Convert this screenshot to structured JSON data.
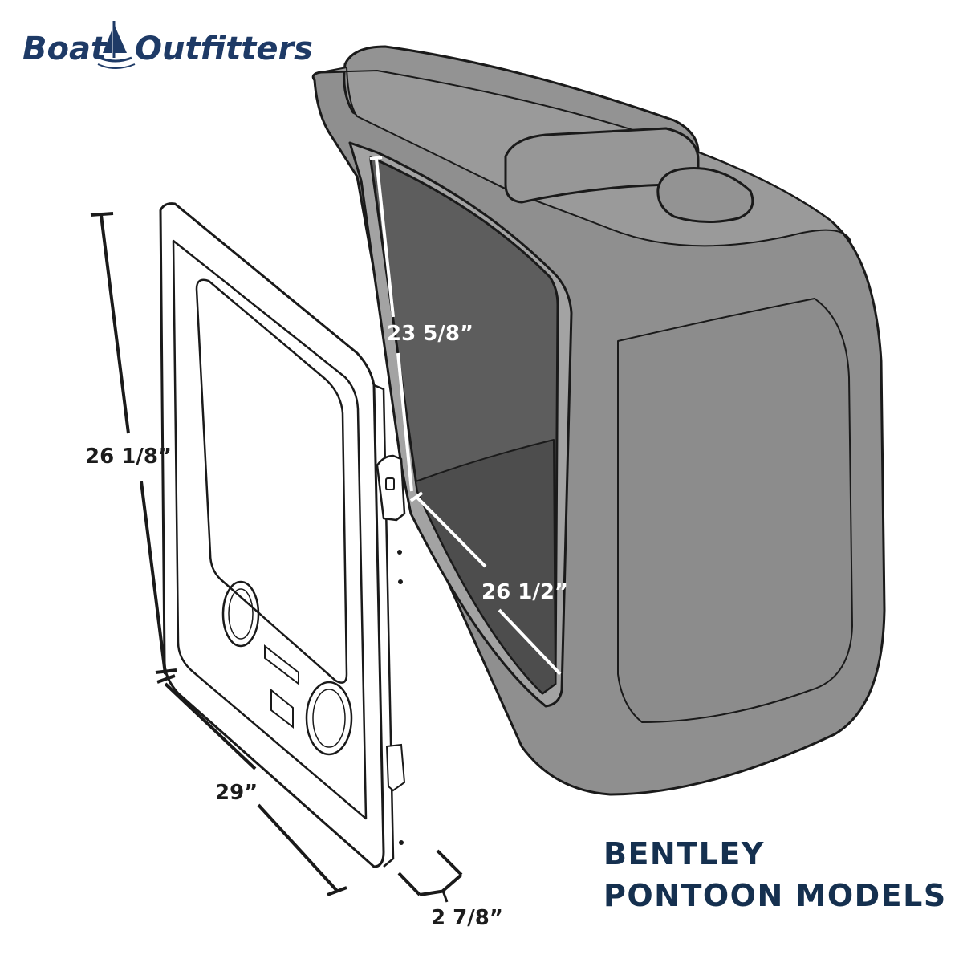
{
  "logo": {
    "text_left": "Boat",
    "text_right": "Outfitters",
    "color": "#1e3a66"
  },
  "title": {
    "line1": "BENTLEY",
    "line2": "PONTOON MODELS",
    "color": "#15304f"
  },
  "dimensions": {
    "door_height": "26 1/8”",
    "door_width": "29”",
    "door_depth": "2 7/8”",
    "opening_height": "23 5/8”",
    "opening_width": "26 1/2”"
  },
  "colors": {
    "console_body": "#8f8f8f",
    "console_opening": "#5d5d5d",
    "outline": "#1a1a1a"
  }
}
